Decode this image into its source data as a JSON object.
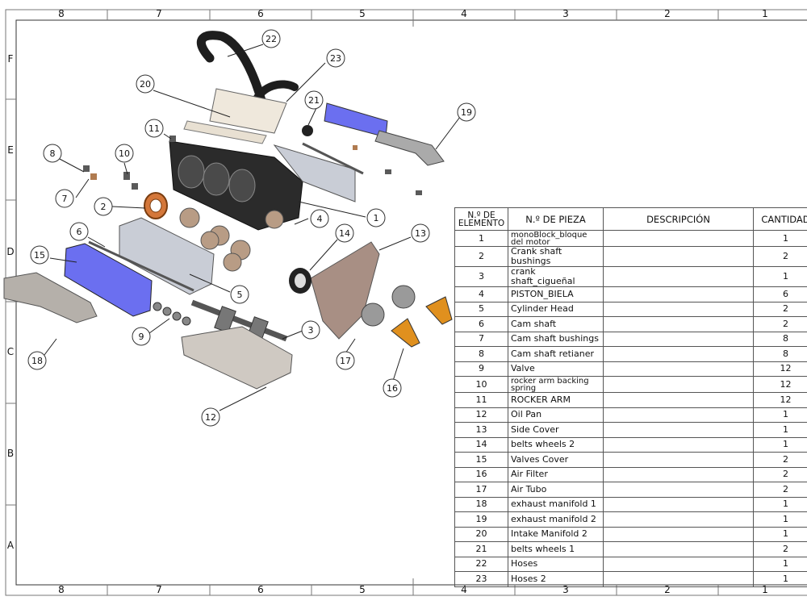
{
  "zones": {
    "columns": [
      "8",
      "7",
      "6",
      "5",
      "4",
      "3",
      "2",
      "1"
    ],
    "rows": [
      "F",
      "E",
      "D",
      "C",
      "B",
      "A"
    ]
  },
  "balloons": [
    "1",
    "2",
    "3",
    "4",
    "5",
    "6",
    "7",
    "8",
    "9",
    "10",
    "11",
    "12",
    "13",
    "14",
    "15",
    "16",
    "17",
    "18",
    "19",
    "20",
    "21",
    "22",
    "23"
  ],
  "bom": {
    "headers": {
      "item": "N.º DE ELEMENTO",
      "part": "N.º DE PIEZA",
      "description": "DESCRIPCIÓN",
      "qty": "CANTIDAD"
    },
    "rows": [
      {
        "item": "1",
        "part": "monoBlock_bloque del motor",
        "desc": "",
        "qty": "1"
      },
      {
        "item": "2",
        "part": "Crank shaft bushings",
        "desc": "",
        "qty": "2"
      },
      {
        "item": "3",
        "part": "crank shaft_cigueñal",
        "desc": "",
        "qty": "1"
      },
      {
        "item": "4",
        "part": "PISTON_BIELA",
        "desc": "",
        "qty": "6"
      },
      {
        "item": "5",
        "part": "Cylinder Head",
        "desc": "",
        "qty": "2"
      },
      {
        "item": "6",
        "part": "Cam shaft",
        "desc": "",
        "qty": "2"
      },
      {
        "item": "7",
        "part": "Cam shaft bushings",
        "desc": "",
        "qty": "8"
      },
      {
        "item": "8",
        "part": "Cam shaft retianer",
        "desc": "",
        "qty": "8"
      },
      {
        "item": "9",
        "part": "Valve",
        "desc": "",
        "qty": "12"
      },
      {
        "item": "10",
        "part": "rocker arm backing spring",
        "desc": "",
        "qty": "12"
      },
      {
        "item": "11",
        "part": "ROCKER ARM",
        "desc": "",
        "qty": "12"
      },
      {
        "item": "12",
        "part": "Oil Pan",
        "desc": "",
        "qty": "1"
      },
      {
        "item": "13",
        "part": "Side Cover",
        "desc": "",
        "qty": "1"
      },
      {
        "item": "14",
        "part": "belts wheels 2",
        "desc": "",
        "qty": "1"
      },
      {
        "item": "15",
        "part": "Valves Cover",
        "desc": "",
        "qty": "2"
      },
      {
        "item": "16",
        "part": "Air Filter",
        "desc": "",
        "qty": "2"
      },
      {
        "item": "17",
        "part": "Air Tubo",
        "desc": "",
        "qty": "2"
      },
      {
        "item": "18",
        "part": "exhaust manifold 1",
        "desc": "",
        "qty": "1"
      },
      {
        "item": "19",
        "part": "exhaust manifold 2",
        "desc": "",
        "qty": "1"
      },
      {
        "item": "20",
        "part": "Intake Manifold 2",
        "desc": "",
        "qty": "1"
      },
      {
        "item": "21",
        "part": "belts wheels 1",
        "desc": "",
        "qty": "2"
      },
      {
        "item": "22",
        "part": "Hoses",
        "desc": "",
        "qty": "1"
      },
      {
        "item": "23",
        "part": "Hoses 2",
        "desc": "",
        "qty": "1"
      }
    ]
  },
  "colors": {
    "block": "#2b2b2b",
    "valve_cover": "#6b6ff0",
    "steel": "#9a9a9a",
    "copper": "#b0785a",
    "filter": "#e0901e",
    "head": "#c9cdd6"
  }
}
